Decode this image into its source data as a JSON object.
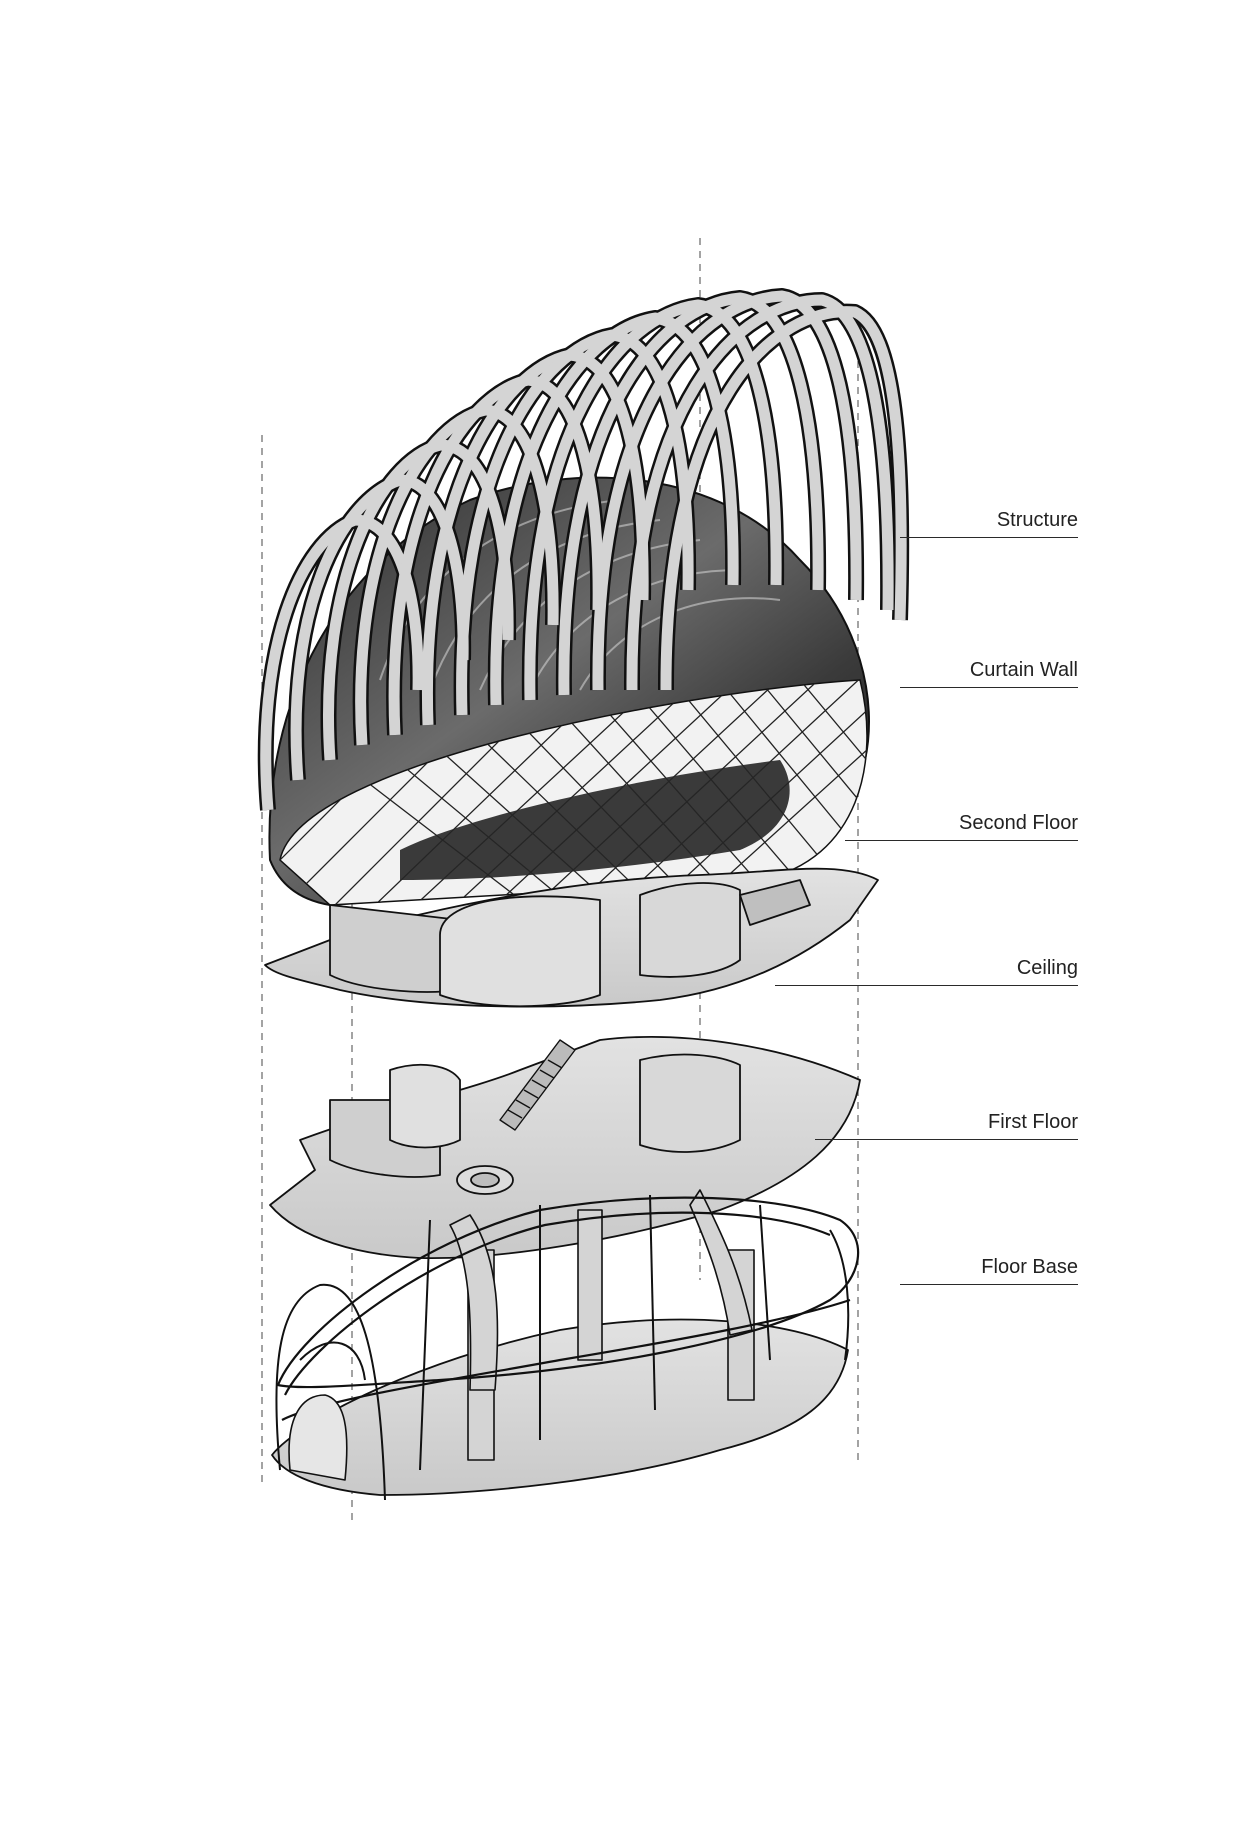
{
  "diagram": {
    "layers": [
      {
        "id": "structure",
        "label": "Structure"
      },
      {
        "id": "curtain-wall",
        "label": "Curtain Wall"
      },
      {
        "id": "second-floor",
        "label": "Second Floor"
      },
      {
        "id": "ceiling",
        "label": "Ceiling"
      },
      {
        "id": "first-floor",
        "label": "First Floor"
      },
      {
        "id": "floor-base",
        "label": "Floor Base"
      }
    ]
  },
  "colors": {
    "background": "#ffffff",
    "line": "#1a1a1a",
    "slab_fill": "#d9d9d9",
    "glass_dark": "#3a3a3a",
    "label_text": "#222222"
  }
}
